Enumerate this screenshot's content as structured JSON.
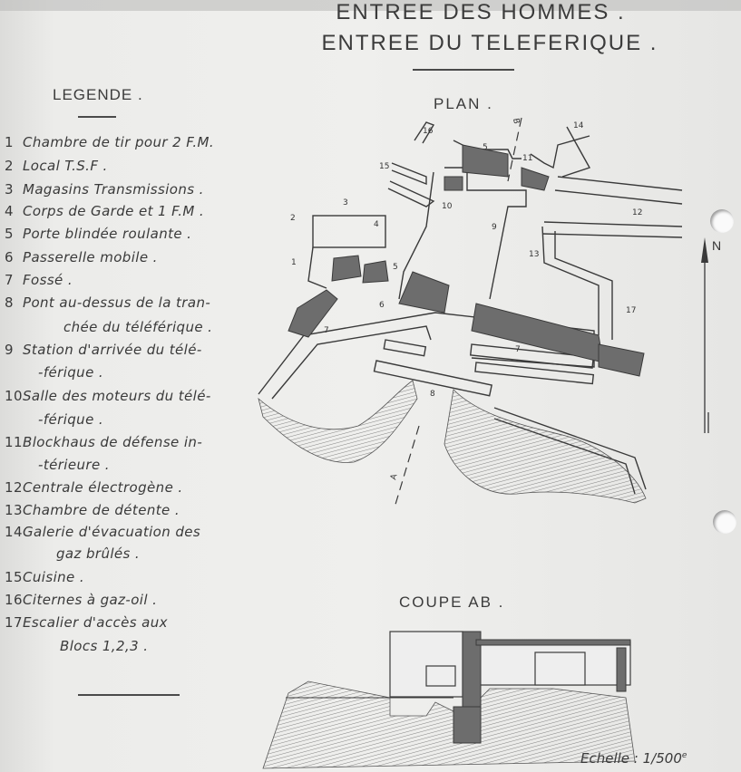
{
  "titles": {
    "line1": "ENTREE DES HOMMES .",
    "line2": "ENTREE DU TELEFERIQUE ."
  },
  "legend": {
    "title": "LEGENDE .",
    "items": [
      {
        "num": "1",
        "text": "Chambre de tir pour 2 F.M."
      },
      {
        "num": "2",
        "text": "Local T.S.F ."
      },
      {
        "num": "3",
        "text": "Magasins Transmissions ."
      },
      {
        "num": "4",
        "text": "Corps de Garde et 1 F.M ."
      },
      {
        "num": "5",
        "text": "Porte blindée roulante ."
      },
      {
        "num": "6",
        "text": "Passerelle mobile ."
      },
      {
        "num": "7",
        "text": "Fossé ."
      },
      {
        "num": "8",
        "text": "Pont au-dessus de la tran-",
        "cont": "chée du téléférique ."
      },
      {
        "num": "9",
        "text": "Station d'arrivée du télé-",
        "cont": "-férique ."
      },
      {
        "num": "10",
        "text": "Salle des moteurs du télé-",
        "cont": "-férique ."
      },
      {
        "num": "11",
        "text": "Blockhaus de défense in-",
        "cont": "-térieure ."
      },
      {
        "num": "12",
        "text": "Centrale électrogène ."
      },
      {
        "num": "13",
        "text": "Chambre de détente ."
      },
      {
        "num": "14",
        "text": "Galerie d'évacuation des",
        "cont": "gaz brûlés ."
      },
      {
        "num": "15",
        "text": "Cuisine ."
      },
      {
        "num": "16",
        "text": "Citernes à gaz-oil ."
      },
      {
        "num": "17",
        "text": "Escalier d'accès aux",
        "cont": "Blocs 1,2,3 ."
      }
    ]
  },
  "plan": {
    "label": "PLAN .",
    "north": "N",
    "section_marks": {
      "a": "A",
      "b": "B"
    },
    "numbers": [
      "1",
      "2",
      "3",
      "4",
      "5",
      "6",
      "7",
      "7",
      "8",
      "9",
      "10",
      "11",
      "12",
      "13",
      "14",
      "15",
      "16",
      "17"
    ]
  },
  "section": {
    "label": "COUPE AB ."
  },
  "scale": {
    "label": "Echelle :",
    "value": "1/500",
    "suffix": "e"
  }
}
